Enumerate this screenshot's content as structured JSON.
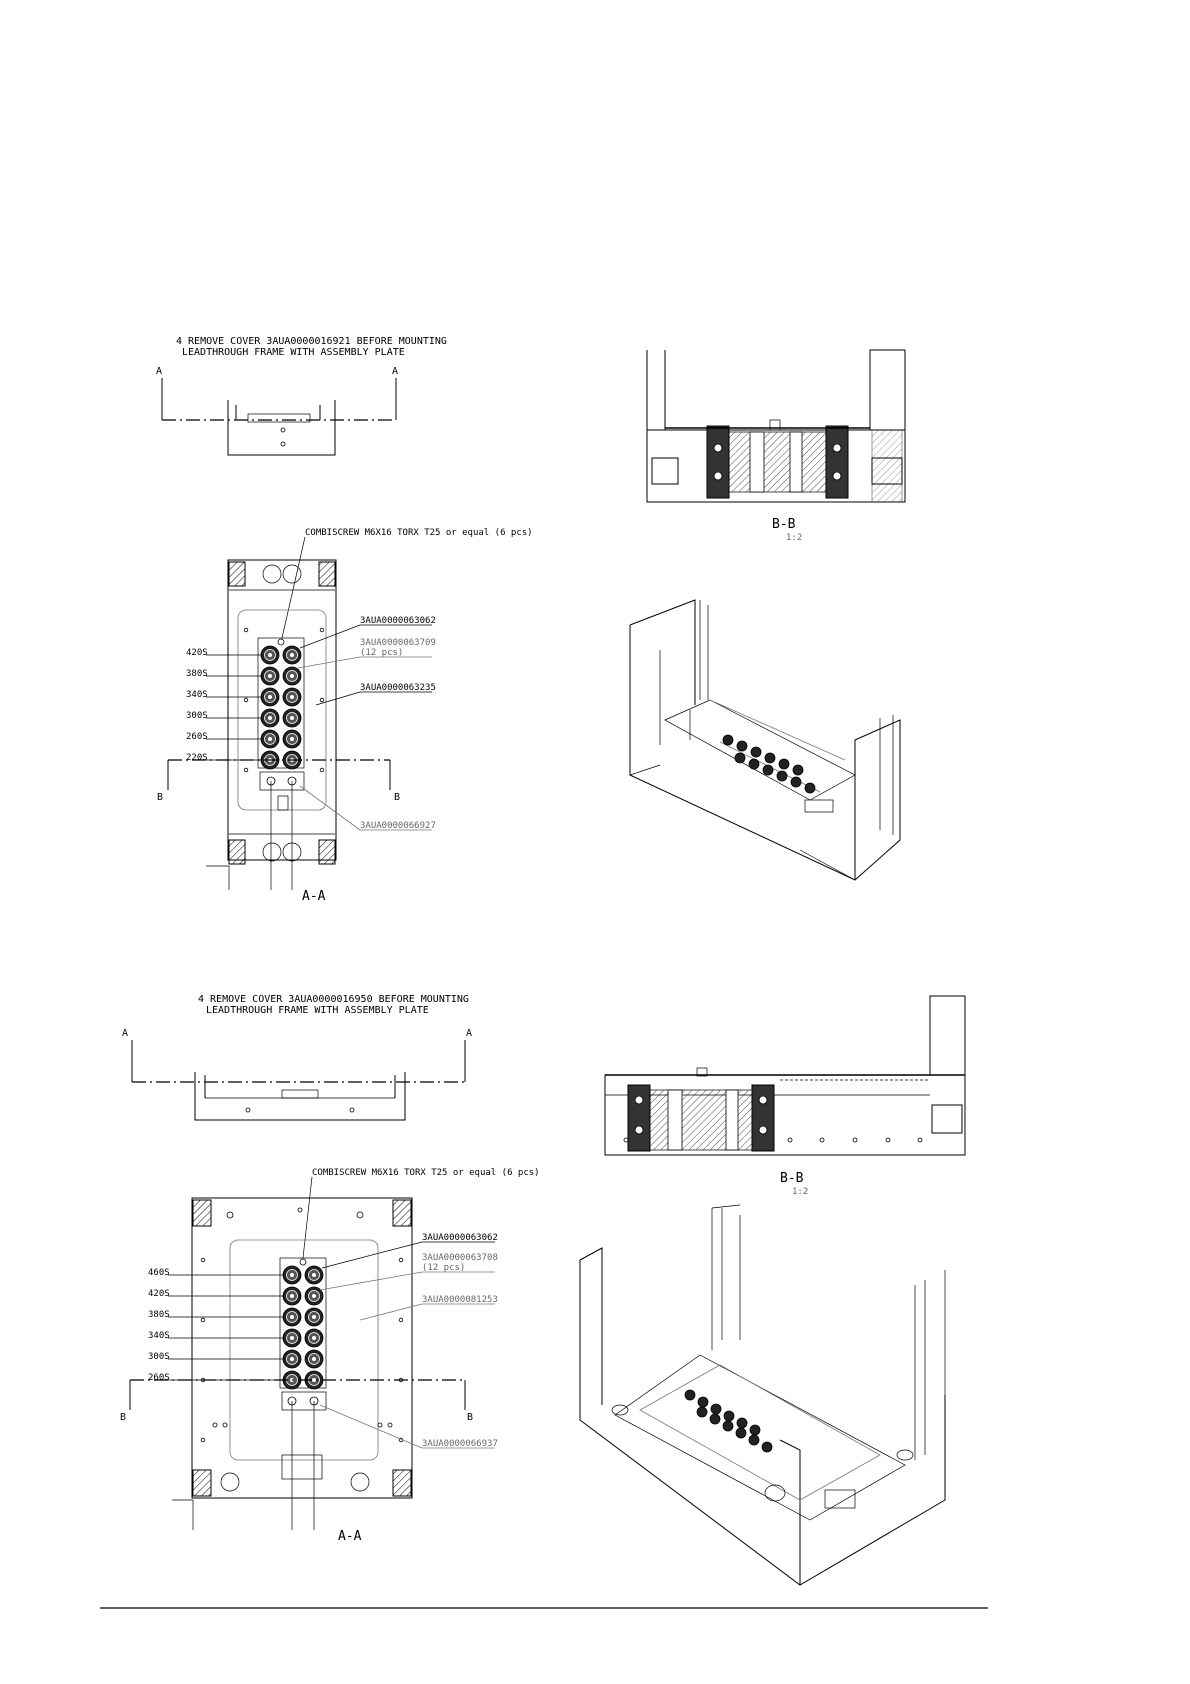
{
  "diagram": {
    "top": {
      "note_line1": "4 REMOVE COVER 3AUA0000016921 BEFORE MOUNTING",
      "note_line2": "LEADTHROUGH FRAME WITH ASSEMBLY PLATE",
      "screw_callout": "COMBISCREW M6X16 TORX T25 or equal (6 pcs)",
      "part_1": "3AUA0000063062",
      "part_2": "3AUA0000063709",
      "part_2_qty": "(12 pcs)",
      "part_3": "3AUA0000063235",
      "part_4": "3AUA0000066927",
      "left_labels": [
        "420S",
        "380S",
        "340S",
        "300S",
        "260S",
        "220S"
      ],
      "section_aa": "A-A",
      "section_bb": "B-B",
      "scale": "1:2",
      "cut_a": "A",
      "cut_b": "B"
    },
    "bottom": {
      "note_line1": "4 REMOVE COVER 3AUA0000016950 BEFORE MOUNTING",
      "note_line2": "LEADTHROUGH FRAME WITH ASSEMBLY PLATE",
      "screw_callout": "COMBISCREW M6X16 TORX T25 or equal (6 pcs)",
      "part_1": "3AUA0000063062",
      "part_2": "3AUA0000063708",
      "part_2_qty": "(12 pcs)",
      "part_3": "3AUA0000081253",
      "part_4": "3AUA0000066937",
      "left_labels": [
        "460S",
        "420S",
        "380S",
        "340S",
        "300S",
        "260S"
      ],
      "section_aa": "A-A",
      "section_bb": "B-B",
      "scale": "1:2",
      "cut_a": "A",
      "cut_b": "B"
    }
  }
}
